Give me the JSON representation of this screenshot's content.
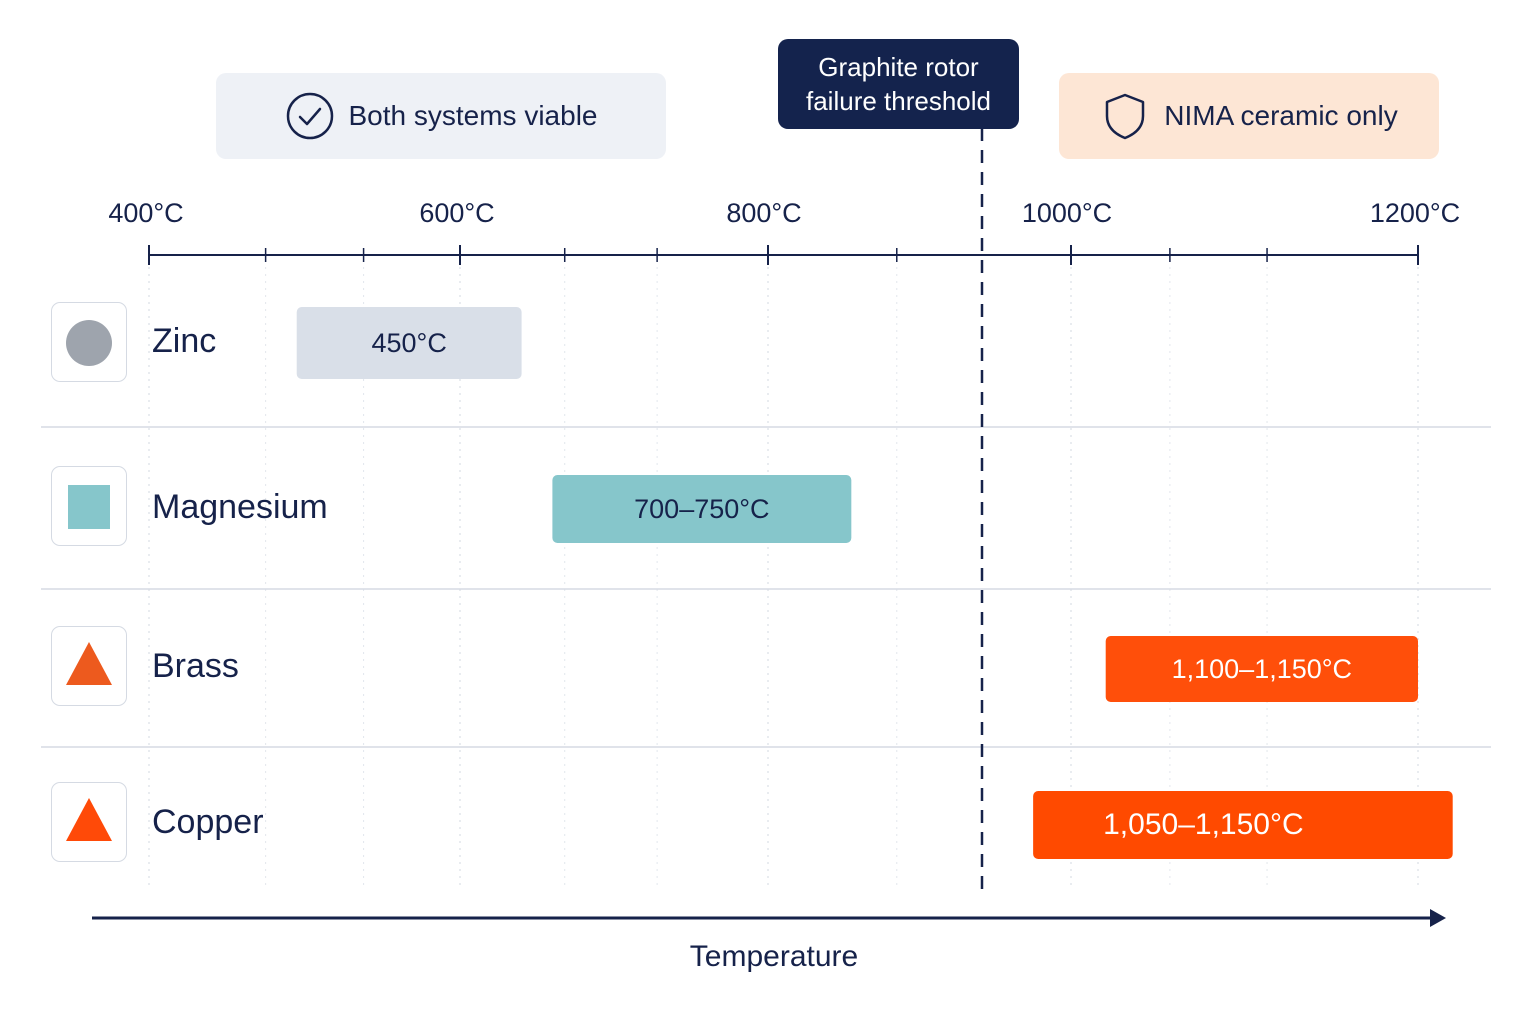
{
  "chart_data": {
    "type": "range-bar",
    "axis": {
      "title": "Temperature",
      "tick_labels": [
        "400°C",
        "600°C",
        "800°C",
        "1000°C",
        "1200°C"
      ],
      "tick_values": [
        400,
        600,
        800,
        1000,
        1200
      ],
      "range": [
        400,
        1200
      ]
    },
    "zones": [
      {
        "label": "Both systems viable",
        "icon": "check-circle-icon",
        "color": "#eef1f6"
      },
      {
        "label": "NIMA ceramic only",
        "icon": "shield-icon",
        "color": "#fde6d5"
      }
    ],
    "threshold": {
      "label": "Graphite rotor\nfailure threshold",
      "value": 950
    },
    "series": [
      {
        "name": "Zinc",
        "label": "450°C",
        "value": 450,
        "bar_range": [
          495,
          640
        ],
        "icon": "circle-icon",
        "color": "#d9dfe8",
        "icon_color": "#9ea4ad",
        "label_color": "#16224a"
      },
      {
        "name": "Magnesium",
        "label": "700–750°C",
        "value": [
          700,
          750
        ],
        "bar_range": [
          660,
          855
        ],
        "icon": "square-icon",
        "color": "#86c6cb",
        "icon_color": "#86c6cb",
        "label_color": "#16224a"
      },
      {
        "name": "Brass",
        "label": "1,100–1,150°C",
        "value": [
          1100,
          1150
        ],
        "bar_range": [
          1020,
          1200
        ],
        "icon": "triangle-icon",
        "color": "#ff4f0a",
        "icon_color": "#ed5a1e",
        "label_color": "#ffffff"
      },
      {
        "name": "Copper",
        "label": "1,050–1,150°C",
        "value": [
          1050,
          1150
        ],
        "bar_range": [
          975,
          1220
        ],
        "icon": "triangle-icon",
        "color": "#ff4a00",
        "icon_color": "#ff4a08",
        "label_color": "#ffffff"
      }
    ]
  }
}
